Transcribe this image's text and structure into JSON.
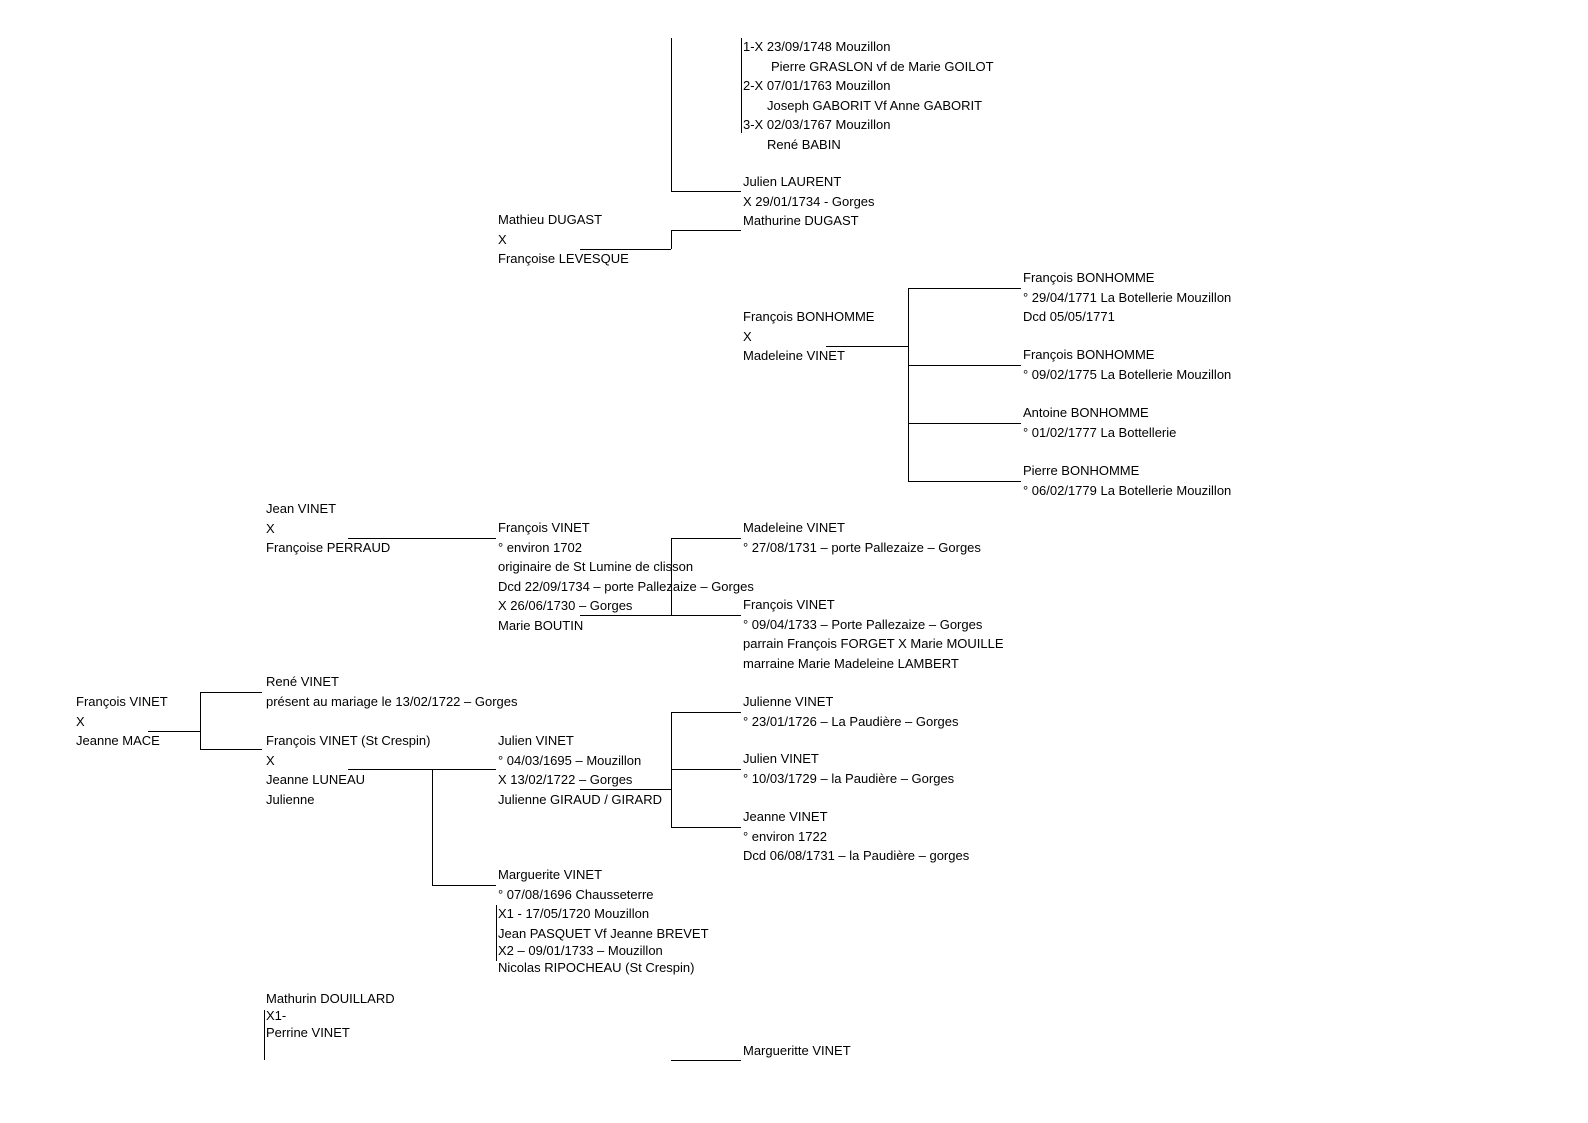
{
  "marie_dugast_marriages": {
    "m1": "1-X  23/09/1748 Mouzillon",
    "m1_spouse": "Pierre GRASLON vf de Marie GOILOT",
    "m2": "2-X  07/01/1763 Mouzillon",
    "m2_spouse": "Joseph GABORIT Vf Anne GABORIT",
    "m3": "3-X  02/03/1767 Mouzillon",
    "m3_spouse": "René BABIN"
  },
  "laurent_couple": {
    "husband": "Julien LAURENT",
    "marriage": "X  29/01/1734 - Gorges",
    "wife": "Mathurine DUGAST"
  },
  "dugast_parents": {
    "husband": "Mathieu DUGAST",
    "x": "X",
    "wife": "Françoise LEVESQUE"
  },
  "bonhomme_couple": {
    "husband": "François BONHOMME",
    "x": "X",
    "wife": "Madeleine VINET"
  },
  "bonhomme_children": [
    {
      "name": "François BONHOMME",
      "line2": "° 29/04/1771 La Botellerie Mouzillon",
      "line3": "Dcd 05/05/1771"
    },
    {
      "name": "François BONHOMME",
      "line2": "° 09/02/1775 La Botellerie Mouzillon"
    },
    {
      "name": "Antoine BONHOMME",
      "line2": "° 01/02/1777 La Bottellerie"
    },
    {
      "name": "Pierre BONHOMME",
      "line2": "° 06/02/1779 La Botellerie Mouzillon"
    }
  ],
  "jean_vinet_couple": {
    "husband": "Jean VINET",
    "x": "X",
    "wife": "Françoise PERRAUD"
  },
  "francois_vinet_1702": {
    "name": "François VINET",
    "birth": "° environ 1702",
    "origin": "originaire de St Lumine de clisson",
    "death": "Dcd 22/09/1734 – porte Pallezaize – Gorges",
    "marriage": "X  26/06/1730 – Gorges",
    "spouse": "Marie BOUTIN"
  },
  "madeleine_vinet": {
    "name": "Madeleine VINET",
    "birth": "° 27/08/1731 – porte Pallezaize – Gorges"
  },
  "francois_vinet_1733": {
    "name": "François VINET",
    "birth": "° 09/04/1733 – Porte Pallezaize – Gorges",
    "godfather": "parrain François FORGET X  Marie MOUILLE",
    "godmother": "marraine Marie Madeleine LAMBERT"
  },
  "rene_vinet": {
    "name": "René VINET",
    "note": "présent au mariage le 13/02/1722 – Gorges"
  },
  "root_couple": {
    "husband": "François VINET",
    "x": "X",
    "wife": "Jeanne MACE"
  },
  "crespin_couple": {
    "husband": "François VINET (St Crespin)",
    "x": "X",
    "wife": "Jeanne LUNEAU",
    "other": "Julienne"
  },
  "julien_vinet": {
    "name": "Julien VINET",
    "birth": "° 04/03/1695 – Mouzillon",
    "marriage": "X  13/02/1722 – Gorges",
    "spouse": "Julienne GIRAUD / GIRARD"
  },
  "julien_children": [
    {
      "name": "Julienne VINET",
      "line2": "° 23/01/1726 – La Paudière – Gorges"
    },
    {
      "name": "Julien VINET",
      "line2": "° 10/03/1729 – la Paudière – Gorges"
    },
    {
      "name": "Jeanne VINET",
      "line2": "° environ 1722",
      "line3": "Dcd 06/08/1731 – la Paudière – gorges"
    }
  ],
  "marguerite_vinet": {
    "name": "Marguerite VINET",
    "birth": "° 07/08/1696 Chausseterre",
    "m1": "X1 - 17/05/1720 Mouzillon",
    "m1_spouse": "Jean PASQUET Vf Jeanne BREVET",
    "m2": "X2 – 09/01/1733 – Mouzillon",
    "m2_spouse": "Nicolas RIPOCHEAU (St Crespin)"
  },
  "douillard": {
    "husband": "Mathurin DOUILLARD",
    "x": "X1-",
    "wife": "Perrine VINET"
  },
  "margueritte": {
    "name": "Margueritte VINET"
  }
}
